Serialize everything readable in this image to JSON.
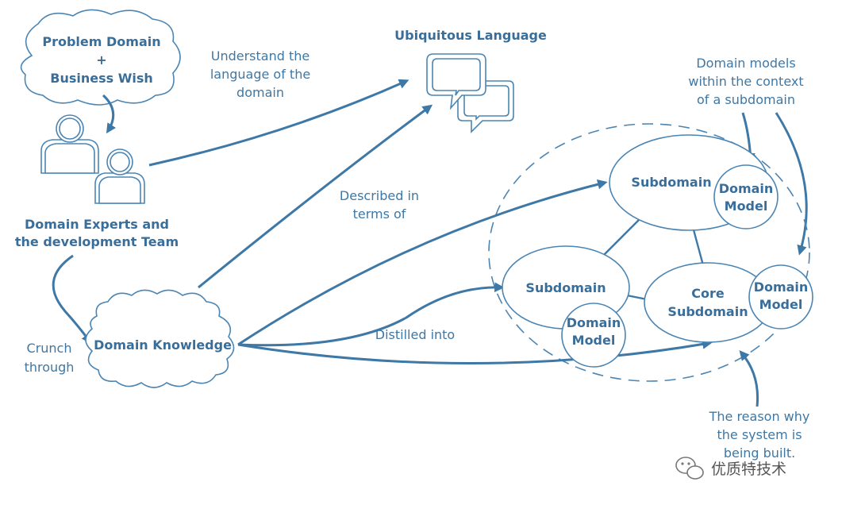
{
  "cloud_top": {
    "line1": "Problem Domain",
    "line2": "+",
    "line3": "Business Wish"
  },
  "ubiquitous_language": "Ubiquitous Language",
  "understand": {
    "line1": "Understand the",
    "line2": "language of the",
    "line3": "domain"
  },
  "domain_models_note": {
    "line1": "Domain models",
    "line2": "within the context",
    "line3": "of a subdomain"
  },
  "experts": {
    "line1": "Domain Experts and",
    "line2": "the development Team"
  },
  "described": {
    "line1": "Described in",
    "line2": "terms of"
  },
  "crunch": {
    "line1": "Crunch",
    "line2": "through"
  },
  "domain_knowledge": "Domain Knowledge",
  "distilled": "Distilled into",
  "subdomain_top": "Subdomain",
  "subdomain_left": "Subdomain",
  "core": {
    "line1": "Core",
    "line2": "Subdomain"
  },
  "model_label": {
    "line1": "Domain",
    "line2": "Model"
  },
  "reason": {
    "line1": "The reason why",
    "line2": "the system is",
    "line3": "being built."
  },
  "watermark": "优质特技术"
}
